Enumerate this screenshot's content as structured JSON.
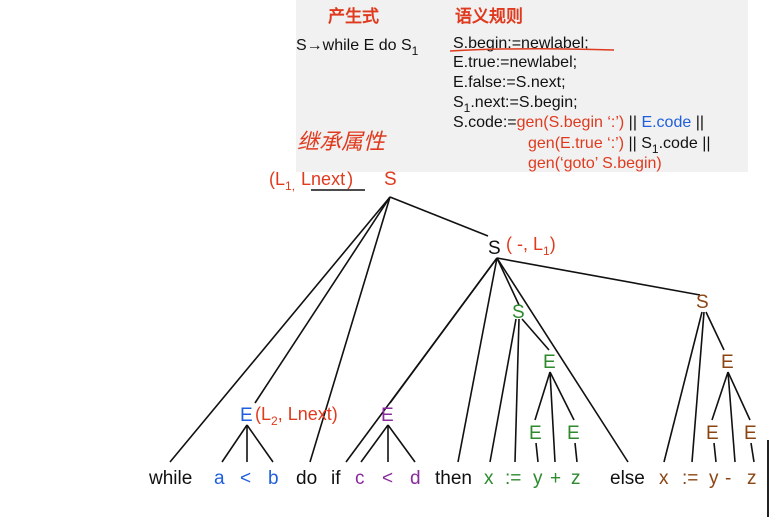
{
  "header": {
    "production_title": "产生式",
    "rules_title": "语义规则",
    "production": "S→while E do S",
    "production_sub": "1"
  },
  "rules": {
    "r1": "S.begin:=newlabel;",
    "r2": "E.true:=newlabel;",
    "r3": "E.false:=S.next;",
    "r4_a": "S",
    "r4_sub": "1",
    "r4_b": ".next:=S.begin;",
    "r5_a": "S.code:=",
    "r5_b": "gen(S.begin ‘:’)",
    "r5_c": " || ",
    "r5_d": "E.code",
    "r5_e": " ||",
    "r6_a": "gen(E.true ‘:’)",
    "r6_b": " || S",
    "r6_sub": "1",
    "r6_c": ".code ||",
    "r7": "gen(‘goto’  S.begin)"
  },
  "annotation": {
    "handwritten": "继承属性",
    "root_attr_open": "(L",
    "root_attr_sub": "1,",
    "root_attr_next": "Lnext",
    "root_attr_close": ")",
    "s1_attr_open": "( -, L",
    "s1_attr_sub": "1",
    "s1_attr_close": ")",
    "e_attr_open": "(L",
    "e_attr_sub": "2",
    "e_attr_close": ", Lnext)"
  },
  "tree": {
    "root": "S",
    "s1": "S",
    "s_then": "S",
    "e_then": "E",
    "e_then_l": "E",
    "e_then_r": "E",
    "s_else": "S",
    "e_else": "E",
    "e_else_l": "E",
    "e_else_r": "E",
    "e_while": "E",
    "e_if": "E"
  },
  "leaves": {
    "while": "while",
    "a": "a",
    "lt1": "<",
    "b": "b",
    "do": "do",
    "if": "if",
    "c": "c",
    "lt2": "<",
    "d": "d",
    "then": "then",
    "x1": "x",
    "assign1": ":=",
    "y1": "y",
    "plus": "+",
    "z1": "z",
    "else": "else",
    "x2": "x",
    "assign2": ":=",
    "y2": "y",
    "minus": "-",
    "z2": "z"
  },
  "colors": {
    "red": "#e03a1e",
    "blue": "#1f5fdc",
    "purple": "#8a2a9e",
    "green": "#2d8a2d",
    "brown": "#8b4513",
    "black": "#111111"
  }
}
